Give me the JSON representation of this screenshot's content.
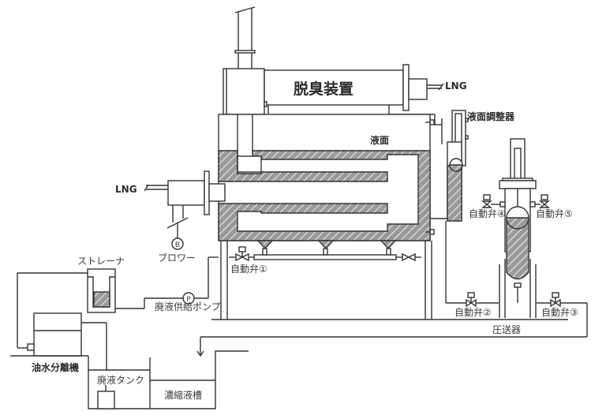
{
  "diagram": {
    "labels": {
      "deodorizer": "脱臭装置",
      "lng_top": "LNG",
      "lng_left": "LNG",
      "level_adjuster": "液面調整器",
      "liquid_surface": "液面",
      "blower": "ブロワー",
      "blower_symbol": "B",
      "strainer": "ストレーナ",
      "pump": "廃液供給ポンプ",
      "pump_symbol": "P",
      "valve1": "自動弁①",
      "valve2": "自動弁②",
      "valve3": "自動弁③",
      "valve4": "自動弁④",
      "valve5": "自動弁⑤",
      "compressor": "圧送器",
      "oil_water_separator": "油水分離機",
      "waste_tank": "廃液タンク",
      "concentrate_tank": "濃縮液槽"
    }
  }
}
